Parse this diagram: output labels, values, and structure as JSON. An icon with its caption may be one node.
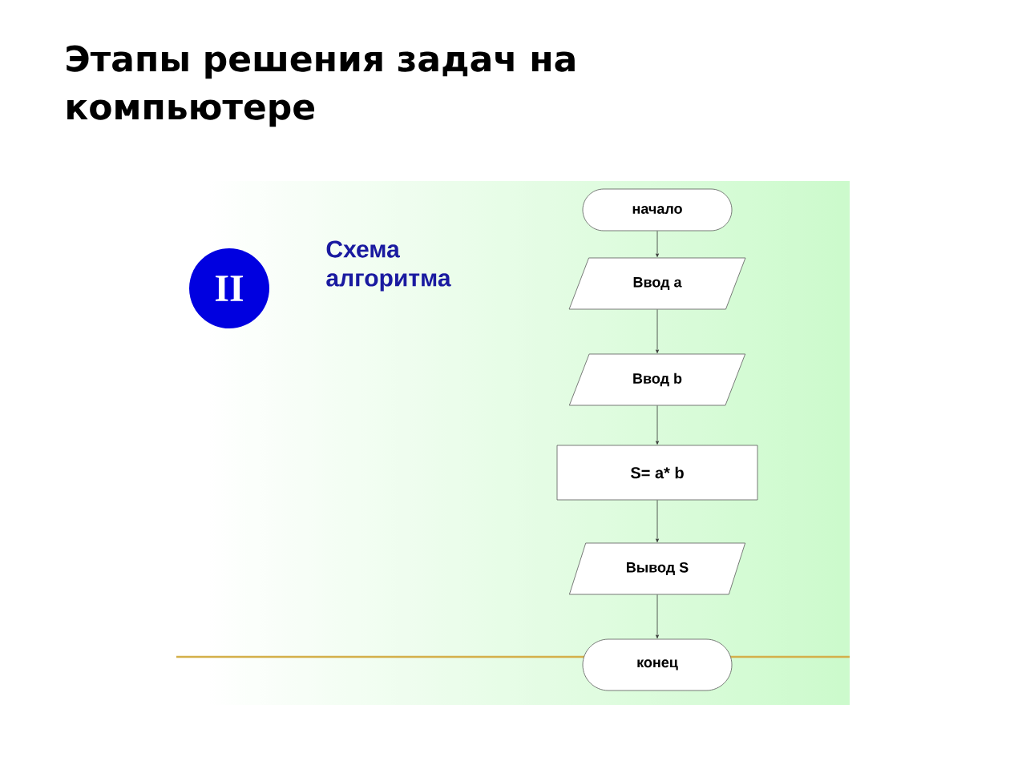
{
  "diagram": {
    "title": "Этапы решения задач на компьютере",
    "nodes": [
      {
        "text": [
          "II"
        ]
      },
      {
        "text": [
          "начало"
        ]
      },
      {
        "text": [
          "Ввод  a"
        ]
      },
      {
        "text": [
          "Ввод b"
        ]
      },
      {
        "text": [
          "S= a* b"
        ]
      },
      {
        "text": [
          "Вывод  S"
        ]
      },
      {
        "text": [
          "конец"
        ]
      }
    ],
    "edges": [
      {
        "from": 1,
        "to": 2,
        "arrow": "to"
      },
      {
        "from": 2,
        "to": 3,
        "arrow": "to"
      },
      {
        "from": 3,
        "to": 4,
        "arrow": "to"
      },
      {
        "from": 4,
        "to": 5,
        "arrow": "to"
      },
      {
        "from": 5,
        "to": 6,
        "arrow": "to"
      }
    ],
    "labels": [
      "Схема алгоритма"
    ]
  }
}
